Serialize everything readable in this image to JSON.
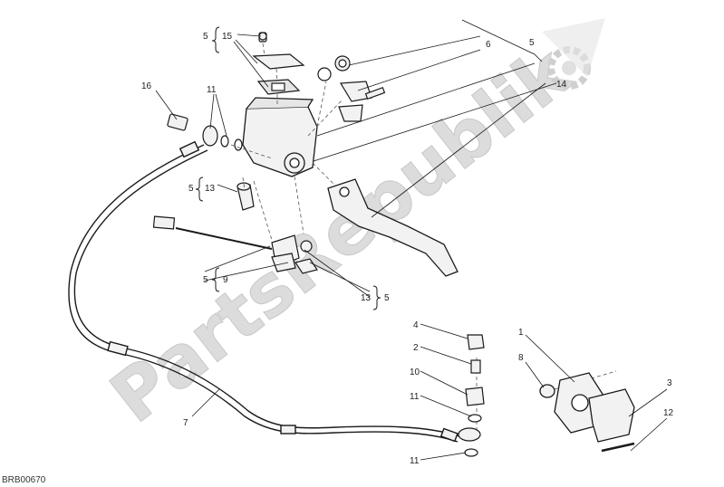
{
  "diagram_code": "BRB00670",
  "watermark": {
    "text": "PartsRepublik",
    "color": "#d9d9d9"
  },
  "labels": {
    "l1": "1",
    "l2": "2",
    "l3": "3",
    "l4": "4",
    "l5_top": "5",
    "l5_right": "5",
    "l5_mid": "5",
    "l5_low": "5",
    "l5_bolt": "5",
    "l6": "6",
    "l7": "7",
    "l8": "8",
    "l9": "9",
    "l10": "10",
    "l11_top": "11",
    "l11_mid": "11",
    "l11_low": "11",
    "l12": "12",
    "l13_left": "13",
    "l13_right": "13",
    "l14": "14",
    "l15": "15",
    "l16": "16"
  },
  "colors": {
    "line": "#1a1a1a",
    "part_fill": "#f2f2f2",
    "dash": "#555555"
  }
}
